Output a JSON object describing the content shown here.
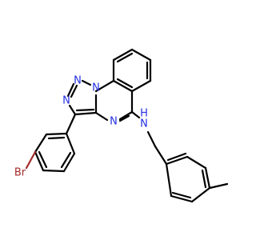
{
  "molecule": {
    "atoms": {
      "n1": "N",
      "n2": "N",
      "n3": "N",
      "n4": "N",
      "nh": "N",
      "h": "H",
      "br": "Br"
    },
    "colors": {
      "bond": "#000000",
      "nitrogen": "#2430e0",
      "bromine": "#a52a2a"
    }
  }
}
